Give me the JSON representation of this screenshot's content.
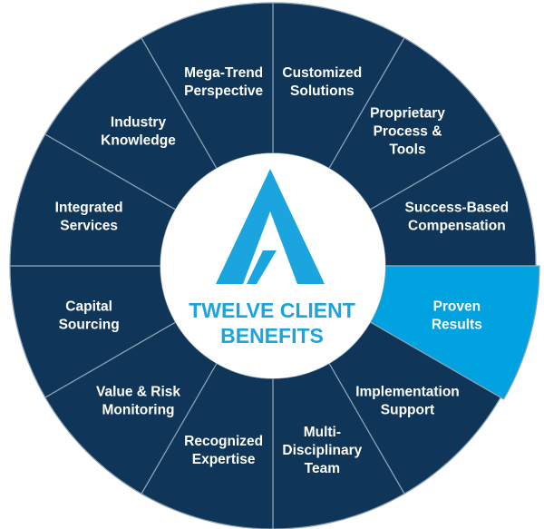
{
  "title": {
    "line1": "TWELVE CLIENT",
    "line2": "BENEFITS"
  },
  "colors": {
    "segment": "#0f3558",
    "segment_highlight": "#00a3e0",
    "divider": "#8fa4b8",
    "ring_border": "#4a6680",
    "center_fill": "#ffffff",
    "accent": "#1aa5df"
  },
  "highlighted_segment_index": 3,
  "segments": [
    {
      "lines": [
        "Customized",
        "Solutions"
      ]
    },
    {
      "lines": [
        "Proprietary",
        "Process &",
        "Tools"
      ]
    },
    {
      "lines": [
        "Success-Based",
        "Compensation"
      ]
    },
    {
      "lines": [
        "Proven",
        "Results"
      ]
    },
    {
      "lines": [
        "Implementation",
        "Support"
      ]
    },
    {
      "lines": [
        "Multi-",
        "Disciplinary",
        "Team"
      ]
    },
    {
      "lines": [
        "Recognized",
        "Expertise"
      ]
    },
    {
      "lines": [
        "Value & Risk",
        "Monitoring"
      ]
    },
    {
      "lines": [
        "Capital",
        "Sourcing"
      ]
    },
    {
      "lines": [
        "Integrated",
        "Services"
      ]
    },
    {
      "lines": [
        "Industry",
        "Knowledge"
      ]
    },
    {
      "lines": [
        "Mega-Trend",
        "Perspective"
      ]
    }
  ],
  "logo_icon": "triangle-a-logo-icon"
}
